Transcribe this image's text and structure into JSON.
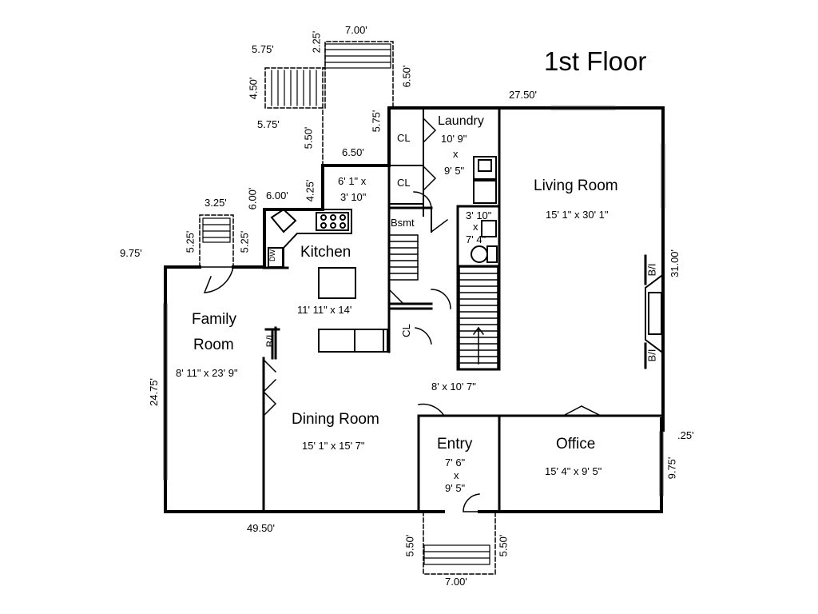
{
  "title": "1st Floor",
  "rooms": {
    "family_name": "Family",
    "family_name2": "Room",
    "family_size": "8' 11\" x 23' 9\"",
    "kitchen_name": "Kitchen",
    "kitchen_size": "11' 11\" x 14'",
    "laundry_name": "Laundry",
    "laundry_size_w": "10' 9\"",
    "laundry_x": "x",
    "laundry_size_h": "9' 5\"",
    "living_name": "Living Room",
    "living_size": "15' 1\" x 30' 1\"",
    "dining_name": "Dining Room",
    "dining_size": "15' 1\" x 15' 7\"",
    "entry_name": "Entry",
    "entry_size_w": "7' 6\"",
    "entry_x": "x",
    "entry_size_h": "9' 5\"",
    "office_name": "Office",
    "office_size": "15' 4\" x 9' 5\"",
    "hall_size": "8' x 10' 7\"",
    "mud_size_w": "6' 1\" x",
    "mud_size_h": "3' 10\"",
    "bath_size_w": "3' 10\"",
    "bath_x": "x",
    "bath_size_h": "7' 4\""
  },
  "fixtures": {
    "closet": "CL",
    "basement": "Bsmt",
    "builtin": "B/I",
    "dishwasher": "DW"
  },
  "dimensions": {
    "top_deck_width": "7.00'",
    "top_deck_h1": "2.25'",
    "top_deck_h2": "6.50'",
    "stair_left_w": "5.75'",
    "stair_left_h": "4.50'",
    "stair_left_w2": "5.75'",
    "walk_h": "5.50'",
    "walk_w": "6.50'",
    "walk_h2": "5.75'",
    "mud_h": "4.25'",
    "kitchen_w": "6.00'",
    "kitchen_h": "6.00'",
    "side_stair_w": "3.25'",
    "side_stair_h1": "5.25'",
    "side_stair_h2": "5.25'",
    "left_ext": "9.75'",
    "top_width": "27.50'",
    "right_height": "31.00'",
    "left_height": "24.75'",
    "bottom_width": "49.50'",
    "right_step": ".25'",
    "office_h": "9.75'",
    "front_h1": "5.50'",
    "front_h2": "5.50'",
    "front_w": "7.00'"
  }
}
